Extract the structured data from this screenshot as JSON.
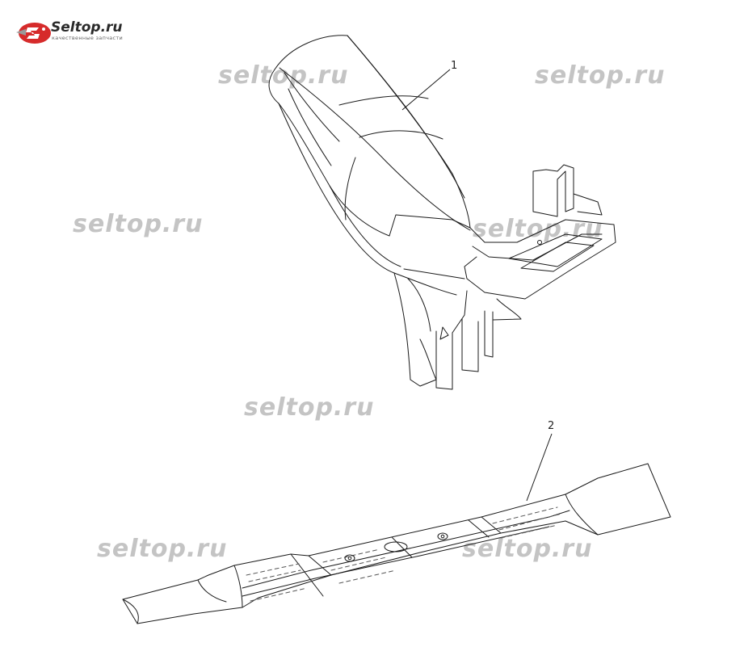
{
  "logo": {
    "name": "Seltop.ru",
    "tagline": "качественные запчасти",
    "brand_color": "#d62b2b"
  },
  "watermark_text": "seltop.ru",
  "callouts": [
    {
      "label": "1"
    },
    {
      "label": "2"
    }
  ],
  "colors": {
    "line": "#1a1a1a",
    "watermark": "#c4c4c4"
  }
}
